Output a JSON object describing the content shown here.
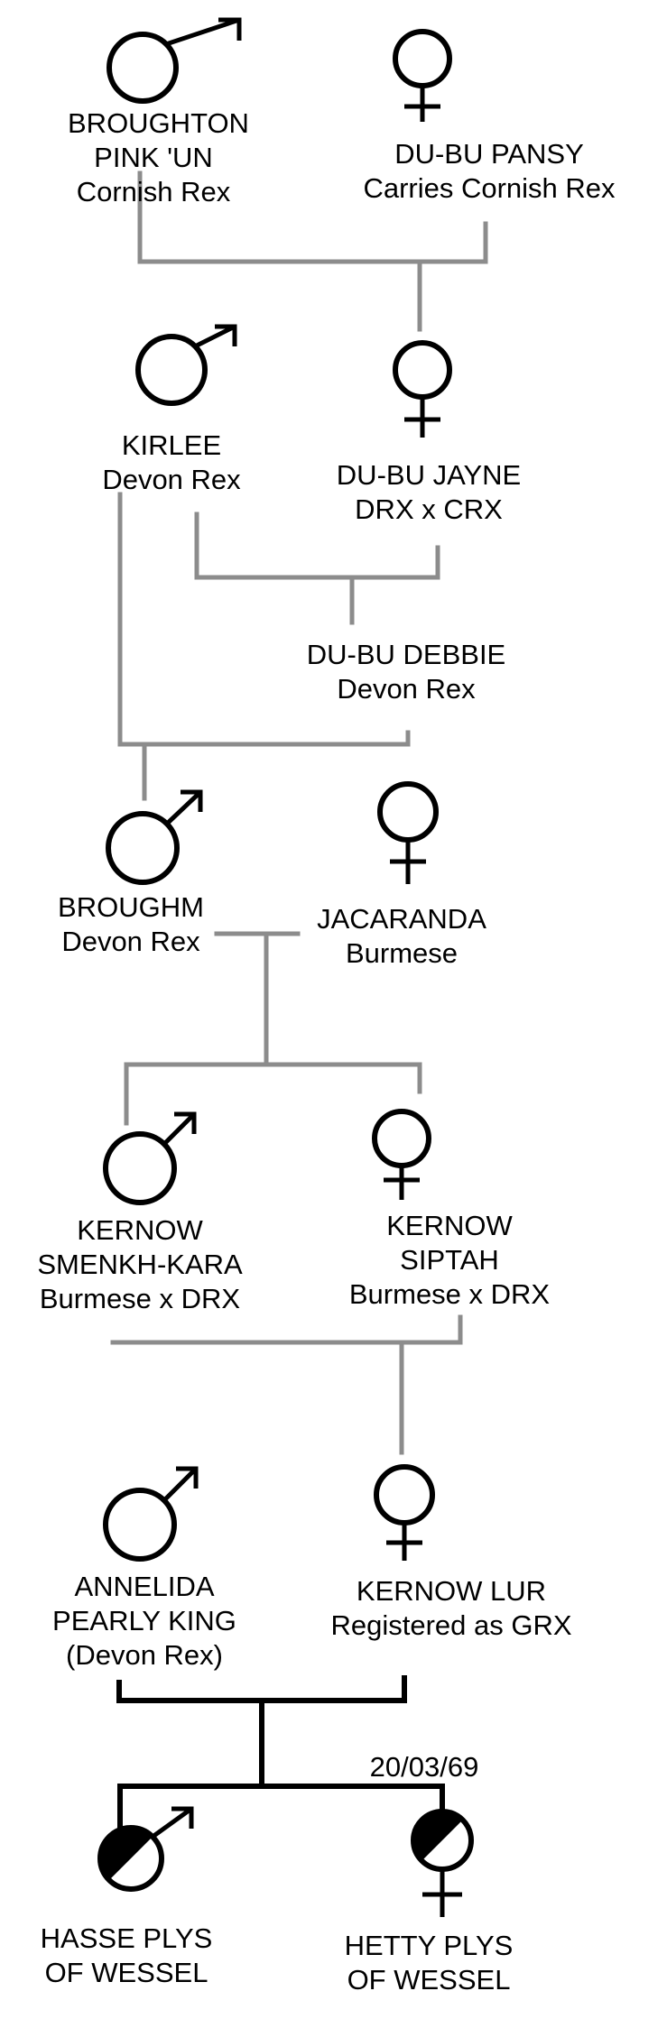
{
  "individuals": [
    {
      "id": "broughton_pink_un",
      "sex": "male",
      "name_lines": [
        "BROUGHTON",
        "PINK 'UN"
      ],
      "breed": "Cornish Rex"
    },
    {
      "id": "du_bu_pansy",
      "sex": "female",
      "name_lines": [
        "DU-BU PANSY"
      ],
      "breed": "Carries Cornish Rex"
    },
    {
      "id": "kirlee",
      "sex": "male",
      "name_lines": [
        "KIRLEE"
      ],
      "breed": "Devon Rex"
    },
    {
      "id": "du_bu_jayne",
      "sex": "female",
      "name_lines": [
        "DU-BU JAYNE"
      ],
      "breed": "DRX x CRX"
    },
    {
      "id": "du_bu_debbie",
      "sex": "none",
      "name_lines": [
        "DU-BU DEBBIE"
      ],
      "breed": "Devon Rex"
    },
    {
      "id": "broughm",
      "sex": "male",
      "name_lines": [
        "BROUGHM"
      ],
      "breed": "Devon Rex"
    },
    {
      "id": "jacaranda",
      "sex": "female",
      "name_lines": [
        "JACARANDA"
      ],
      "breed": "Burmese"
    },
    {
      "id": "kernow_smenkh_kara",
      "sex": "male",
      "name_lines": [
        "KERNOW",
        "SMENKH-KARA"
      ],
      "breed": "Burmese x DRX"
    },
    {
      "id": "kernow_siptah",
      "sex": "female",
      "name_lines": [
        "KERNOW",
        "SIPTAH"
      ],
      "breed": "Burmese x DRX"
    },
    {
      "id": "annelida_pearly_king",
      "sex": "male",
      "name_lines": [
        "ANNELIDA",
        "PEARLY KING"
      ],
      "breed": "(Devon Rex)"
    },
    {
      "id": "kernow_lur",
      "sex": "female",
      "name_lines": [
        "KERNOW LUR"
      ],
      "breed": "Registered as GRX"
    },
    {
      "id": "hasse_plys",
      "sex": "male",
      "affected": true,
      "name_lines": [
        "HASSE PLYS",
        "OF WESSEL"
      ],
      "breed": ""
    },
    {
      "id": "hetty_plys",
      "sex": "female",
      "affected": true,
      "name_lines": [
        "HETTY PLYS",
        "OF WESSEL"
      ],
      "breed": ""
    }
  ],
  "litter_date": "20/03/69",
  "colors": {
    "line_gray": "#8c8c8c",
    "line_black": "#000000",
    "symbol": "#000000"
  }
}
